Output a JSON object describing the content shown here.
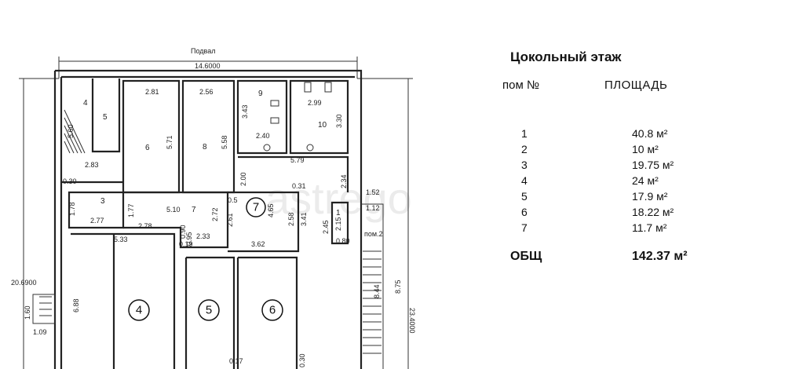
{
  "plan": {
    "title_top": "Подвал",
    "overall_width": "14.6000",
    "overall_height_left": "20.6900",
    "overall_height_right": "23.4000",
    "watermark": "astrego",
    "room_numbers": [
      "7",
      "4",
      "5",
      "6"
    ],
    "labels": {
      "r4": "4",
      "r5": "5",
      "r6": "6",
      "r8": "8",
      "r9": "9",
      "r10": "10",
      "r3": "3",
      "r7": "7",
      "r1": "1",
      "pom2": "пом.2"
    },
    "dims": {
      "d281": "2.81",
      "d256": "2.56",
      "d343": "3.43",
      "d299": "2.99",
      "d330": "3.30",
      "d571": "5.71",
      "d558": "5.58",
      "d240": "2.40",
      "d579": "5.79",
      "d283": "2.83",
      "d560": "5.60",
      "d030": "0.30",
      "d200": "2.00",
      "d031": "0.31",
      "d234": "2.34",
      "d152": "1.52",
      "d112": "1.12",
      "d178": "1.78",
      "d177": "1.77",
      "d510": "5.10",
      "d272": "2.72",
      "d05": "0.5",
      "d465": "4.65",
      "d258": "2.58",
      "d341": "3.41",
      "d245": "2.45",
      "d215": "2.15",
      "d080": "0.80",
      "d277": "2.77",
      "d278": "2.78",
      "d090": "0.90",
      "d095": "0.95",
      "d019": "0.19",
      "d233": "2.33",
      "d261": "2.61",
      "d362": "3.62",
      "d533": "5.33",
      "d688": "6.88",
      "d160": "1.60",
      "d109": "1.09",
      "d844": "8.44",
      "d875": "8.75",
      "d017": "0.17",
      "d030b": "0.30"
    }
  },
  "legend": {
    "title": "Цокольный этаж",
    "col_number": "пом №",
    "col_area": "ПЛОЩАДЬ",
    "rows": [
      {
        "num": "1",
        "area": "40.8 м²"
      },
      {
        "num": "2",
        "area": "10 м²"
      },
      {
        "num": "3",
        "area": "19.75 м²"
      },
      {
        "num": "4",
        "area": "24 м²"
      },
      {
        "num": "5",
        "area": "17.9 м²"
      },
      {
        "num": "6",
        "area": "18.22 м²"
      },
      {
        "num": "7",
        "area": "11.7 м²"
      }
    ],
    "total_label": "ОБЩ",
    "total_value": "142.37 м²"
  }
}
